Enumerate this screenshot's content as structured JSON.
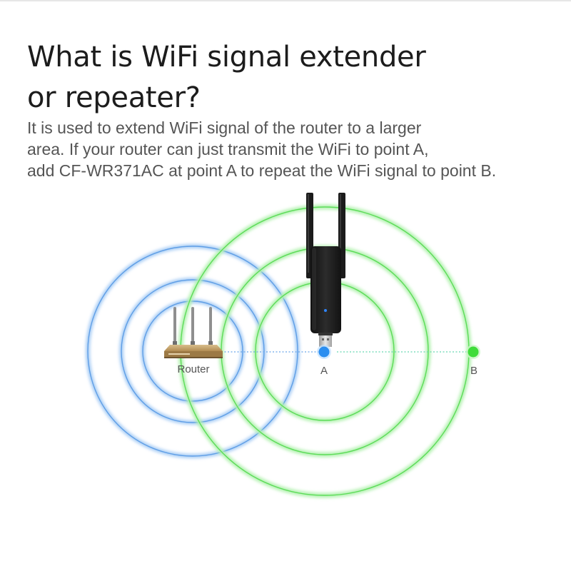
{
  "heading": {
    "line1": "What is WiFi signal extender",
    "line2": "or repeater?"
  },
  "description": {
    "line1": "It is used to extend WiFi signal of the router to a larger",
    "line2": "area. If your router can just transmit the WiFi to point A,",
    "line3": "add CF-WR371AC at point A to repeat the WiFi signal  to point B."
  },
  "diagram": {
    "router_label": "Router",
    "point_a_label": "A",
    "point_b_label": "B"
  },
  "colors": {
    "router_signal": "#6aa6ea",
    "repeater_signal": "#6de36a",
    "point_a": "#2b8ef0",
    "point_b": "#3fdc3a",
    "device_body": "#1d1d1d",
    "router_body": "#b89560"
  }
}
